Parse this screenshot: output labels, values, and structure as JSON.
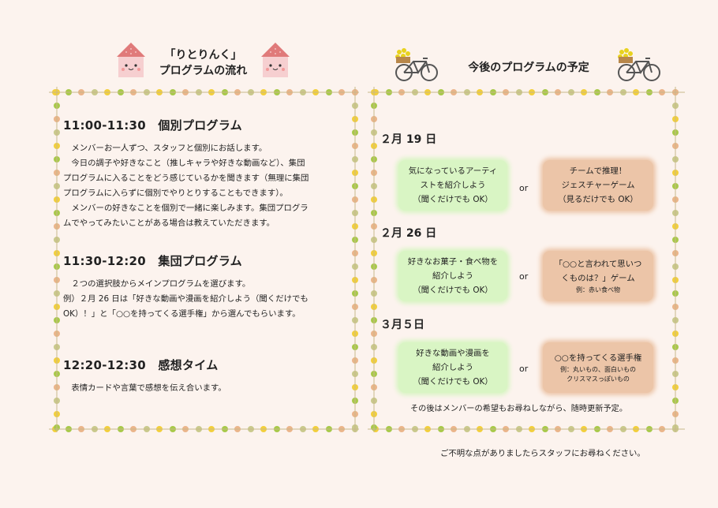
{
  "left": {
    "title_line1": "「りとりんく」",
    "title_line2": "プログラムの流れ",
    "sections": [
      {
        "time": "11:00-11:30　個別プログラム",
        "lines": [
          "　メンバーお一人ずつ、スタッフと個別にお話します。",
          "　今日の調子や好きなこと（推しキャラや好きな動画など）、集団",
          "プログラムに入ることをどう感じているかを聞きます（無理に集団",
          "プログラムに入らずに個別でやりとりすることもできます）。",
          "　メンバーの好きなことを個別で一緒に楽しみます。集団プログラ",
          "ムでやってみたいことがある場合は教えていただきます。"
        ]
      },
      {
        "time": "11:30-12:20　集団プログラム",
        "lines": [
          "　２つの選択肢からメインプログラムを選びます。",
          "例）２月 26 日は「好きな動画や漫画を紹介しよう（聞くだけでも",
          "OK）！」と「○○を持ってくる選手権」から選んでもらいます。"
        ]
      },
      {
        "time": "12:20-12:30　感想タイム",
        "lines": [
          "　表情カードや言葉で感想を伝え合います。"
        ]
      }
    ]
  },
  "right": {
    "title": "今後のプログラムの予定",
    "or_label": "or",
    "schedule": [
      {
        "date": "２月 19 日",
        "option_a": [
          "気になっているアーティ",
          "ストを紹介しよう",
          "（聞くだけでも OK）"
        ],
        "option_b": [
          "チームで推理！",
          "ジェスチャーゲーム",
          "（見るだけでも OK）"
        ],
        "option_b_note": []
      },
      {
        "date": "２月 26 日",
        "option_a": [
          "好きなお菓子・食べ物を",
          "紹介しよう",
          "（聞くだけでも OK）"
        ],
        "option_b": [
          "「○○と言われて思いつ",
          "くものは？」ゲーム"
        ],
        "option_b_note": [
          "例：赤い食べ物"
        ]
      },
      {
        "date": "３月５日",
        "option_a": [
          "好きな動画や漫画を",
          "紹介しよう",
          "（聞くだけでも OK）"
        ],
        "option_b": [
          "○○を持ってくる選手権"
        ],
        "option_b_note": [
          "例：丸いもの、面白いもの",
          "クリスマスっぽいもの"
        ]
      }
    ],
    "footer": "その後はメンバーの希望もお尋ねしながら、随時更新予定。"
  },
  "contact": "ご不明な点がありましたらスタッフにお尋ねください。",
  "colors": {
    "background": "#fcf3ee",
    "green_card": "#d9f5c4",
    "tan_card": "#ecc5a8",
    "dot_colors": [
      "#f2cf3c",
      "#a8c94a",
      "#eab58a",
      "#c9c98c"
    ]
  },
  "icons": [
    "house-icon",
    "bicycle-with-flowers-icon"
  ]
}
